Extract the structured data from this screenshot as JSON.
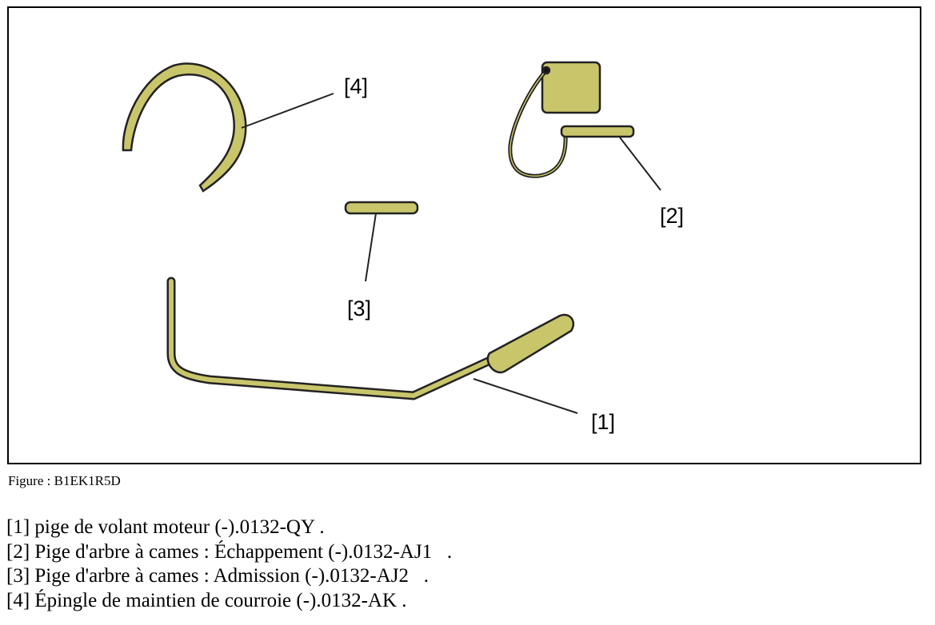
{
  "figure": {
    "callouts": {
      "c1": "[1]",
      "c2": "[2]",
      "c3": "[3]",
      "c4": "[4]"
    },
    "part_color": "#c9c56b"
  },
  "caption": "Figure : B1EK1R5D",
  "legend": [
    "[1] pige de volant moteur (-).0132-QY .",
    "[2] Pige d'arbre à cames : Échappement (-).0132-AJ1   .",
    "[3] Pige d'arbre à cames : Admission (-).0132-AJ2   .",
    "[4] Épingle de maintien de courroie (-).0132-AK ."
  ]
}
